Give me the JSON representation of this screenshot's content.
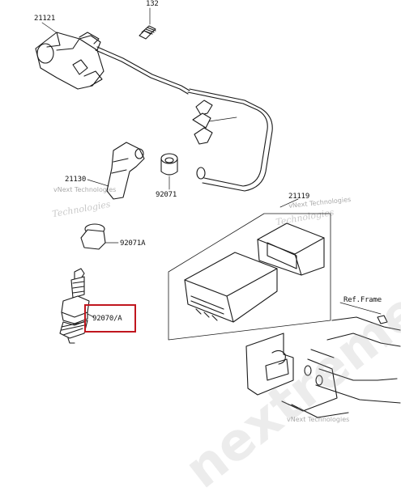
{
  "diagram": {
    "parts": {
      "p21121": "21121",
      "p132": "132",
      "p21130": "21130",
      "p92071": "92071",
      "p21119": "21119",
      "p92071a": "92071A",
      "p92070a": "92070/A",
      "ref_frame": "Ref.Frame"
    },
    "highlight_color": "#c0161e",
    "watermark": {
      "small": "vNext Technologies",
      "big": "nextreme",
      "tech": "Technologies"
    }
  }
}
